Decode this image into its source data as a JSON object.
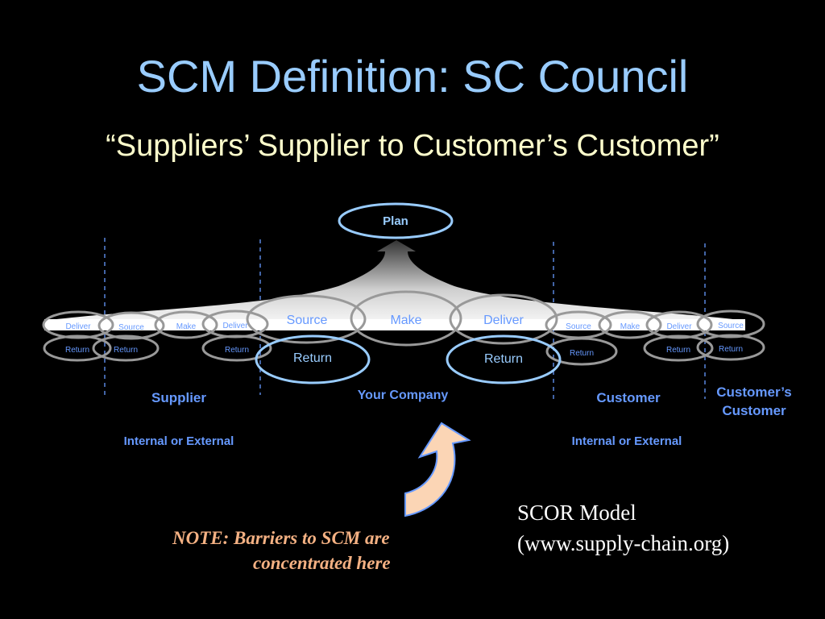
{
  "slide": {
    "title": "SCM Definition: SC Council",
    "subtitle": "“Suppliers’ Supplier to Customer’s Customer”"
  },
  "diagram": {
    "plan": "Plan",
    "company": {
      "source": "Source",
      "make": "Make",
      "deliver": "Deliver",
      "return_left": "Return",
      "return_right": "Return"
    },
    "supplier": {
      "deliver": "Deliver",
      "source": "Source",
      "make": "Make",
      "deliver2": "Deliver",
      "return1": "Return",
      "return2": "Return",
      "return3": "Return"
    },
    "customer": {
      "source": "Source",
      "make": "Make",
      "deliver": "Deliver",
      "source2": "Source",
      "return1": "Return",
      "return2": "Return",
      "return3": "Return"
    },
    "labels": {
      "supplier": "Supplier",
      "your_company": "Your Company",
      "customer": "Customer",
      "customers_customer_line1": "Customer’s",
      "customers_customer_line2": "Customer",
      "internal_external_left": "Internal or External",
      "internal_external_right": "Internal or External"
    }
  },
  "note": {
    "line1": "NOTE: Barriers to SCM are",
    "line2": "concentrated here"
  },
  "scor": {
    "line1": "SCOR Model",
    "line2": "(www.supply-chain.org)"
  },
  "colors": {
    "title": "#99ccff",
    "subtitle": "#ffffcc",
    "label": "#6699ff",
    "note": "#f4b183",
    "highlight_oval": "#99ccff",
    "arrow_fill": "#fbd5b5"
  }
}
